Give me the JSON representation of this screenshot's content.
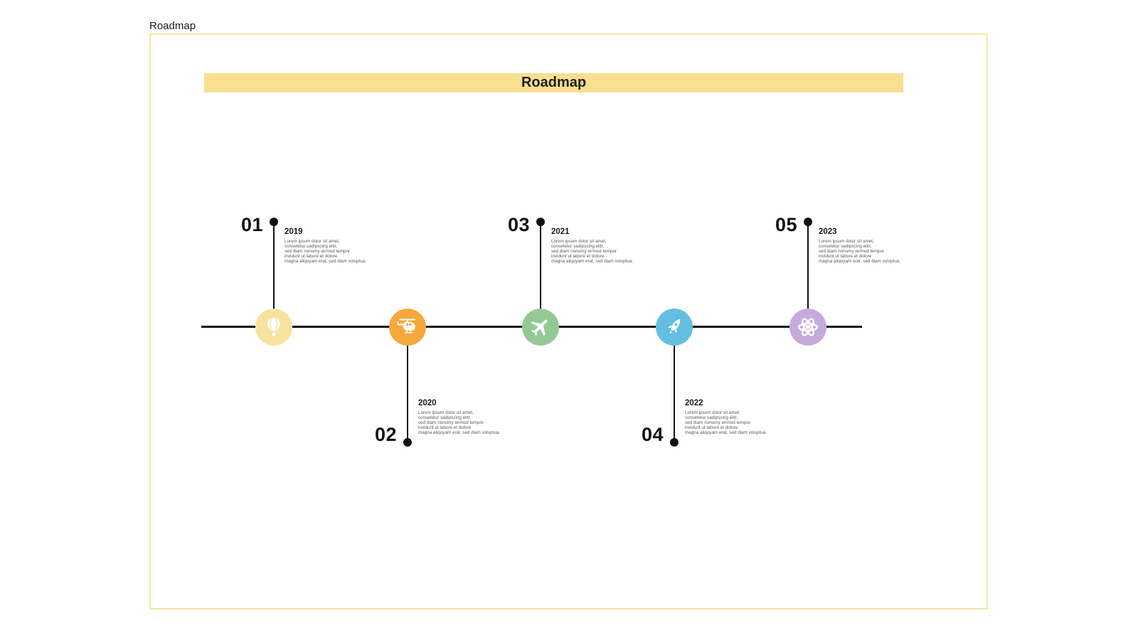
{
  "page": {
    "label": "Roadmap"
  },
  "banner": {
    "title": "Roadmap"
  },
  "colors": {
    "banner_bg": "#f9df8f",
    "frame_border": "#f7e7a5",
    "timeline": "#111111"
  },
  "milestones": [
    {
      "number": "01",
      "year": "2019",
      "side": "top",
      "icon": "hot-air-balloon-icon",
      "color": "#f8e2a0",
      "description": [
        "Lorem ipsum dolor sit amet,",
        "consetetur sadipscing elitr,",
        "sed diam nonumy eirmod tempor",
        "invidunt ut labore et dolore",
        "magna aliquyam erat, sed diam voluptua."
      ]
    },
    {
      "number": "02",
      "year": "2020",
      "side": "bottom",
      "icon": "helicopter-icon",
      "color": "#f5a83c",
      "description": [
        "Lorem ipsum dolor sit amet,",
        "consetetur sadipscing elitr,",
        "sed diam nonumy eirmod tempor",
        "invidunt ut labore et dolore",
        "magna aliquyam erat, sed diam voluptua."
      ]
    },
    {
      "number": "03",
      "year": "2021",
      "side": "top",
      "icon": "airplane-icon",
      "color": "#95c994",
      "description": [
        "Lorem ipsum dolor sit amet,",
        "consetetur sadipscing elitr,",
        "sed diam nonumy eirmod tempor",
        "invidunt ut labore et dolore",
        "magna aliquyam erat, sed diam voluptua."
      ]
    },
    {
      "number": "04",
      "year": "2022",
      "side": "bottom",
      "icon": "rocket-icon",
      "color": "#63bfe2",
      "description": [
        "Lorem ipsum dolor sit amet,",
        "consetetur sadipscing elitr,",
        "sed diam nonumy eirmod tempor",
        "invidunt ut labore et dolore",
        "magna aliquyam erat, sed diam voluptua."
      ]
    },
    {
      "number": "05",
      "year": "2023",
      "side": "top",
      "icon": "atom-icon",
      "color": "#c4aadd",
      "description": [
        "Lorem ipsum dolor sit amet,",
        "consetetur sadipscing elitr,",
        "sed diam nonumy eirmod tempor",
        "invidunt ut labore et dolore",
        "magna aliquyam erat, sed diam voluptua."
      ]
    }
  ]
}
